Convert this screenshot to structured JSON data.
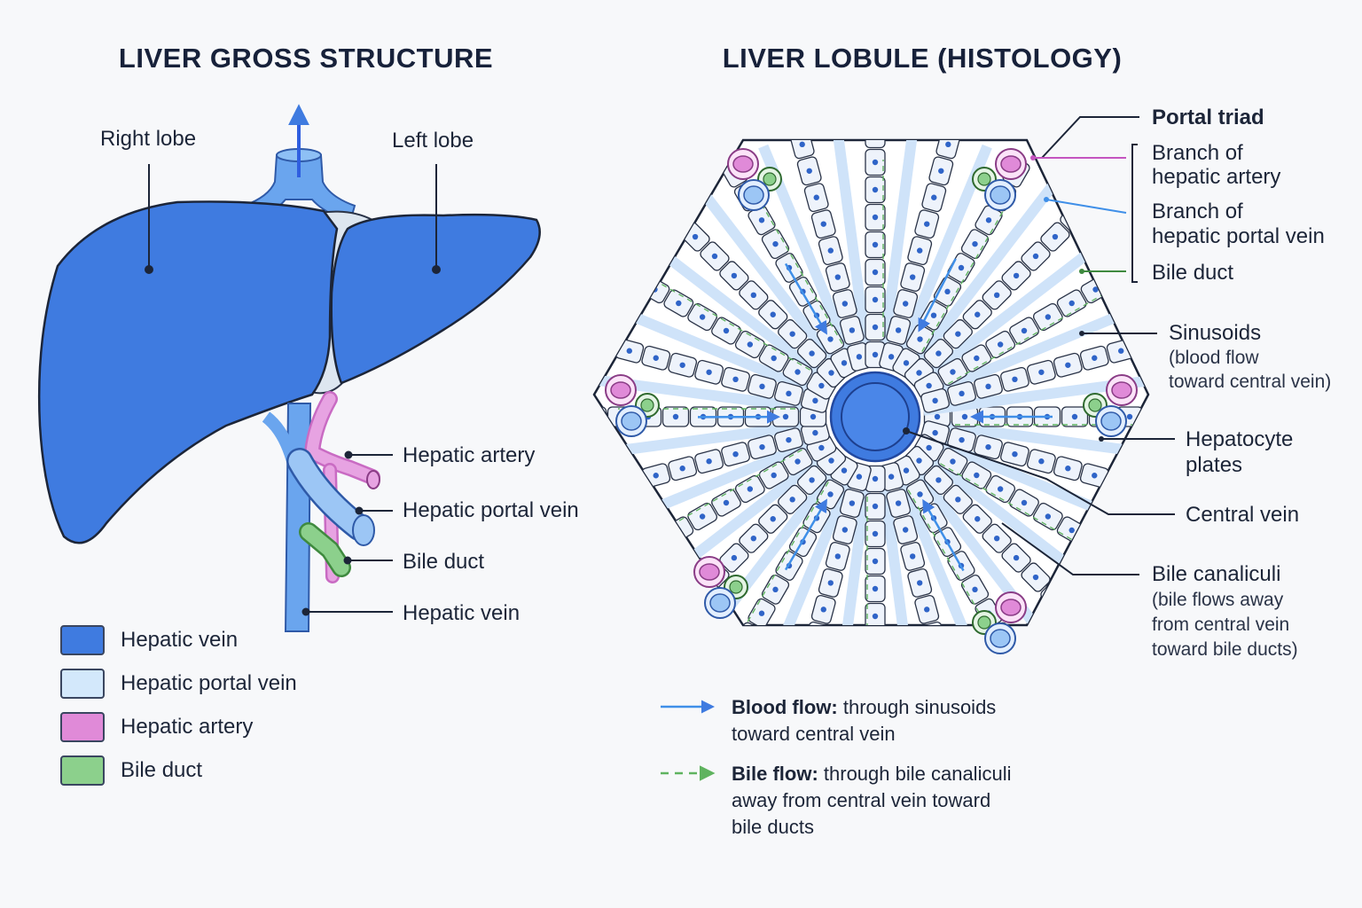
{
  "titles": {
    "left": "LIVER GROSS STRUCTURE",
    "right": "LIVER LOBULE (HISTOLOGY)"
  },
  "gross_labels": {
    "right_lobe": "Right lobe",
    "left_lobe": "Left lobe",
    "hepatic_artery": "Hepatic artery",
    "hepatic_portal_vein": "Hepatic portal vein",
    "bile_duct": "Bile duct",
    "hepatic_vein": "Hepatic vein"
  },
  "legend": [
    {
      "label": "Hepatic vein",
      "color": "#3f7be0"
    },
    {
      "label": "Hepatic portal vein",
      "color": "#d3e8fb"
    },
    {
      "label": "Hepatic artery",
      "color": "#e08ad8"
    },
    {
      "label": "Bile duct",
      "color": "#8cd08c"
    }
  ],
  "lobule_labels": {
    "portal_triad": "Portal triad",
    "branch_artery": [
      "Branch of",
      "hepatic artery"
    ],
    "branch_portal_vein": [
      "Branch of",
      "hepatic portal vein"
    ],
    "bile_duct": "Bile duct",
    "sinusoids": "Sinusoids",
    "sinusoids_note": [
      "(blood flow",
      "toward central vein)"
    ],
    "hepatocyte_plates": [
      "Hepatocyte",
      "plates"
    ],
    "central_vein": "Central vein",
    "bile_canaliculi": "Bile canaliculi",
    "bile_canaliculi_note": [
      "(bile flows away",
      "from central vein",
      "toward bile ducts)"
    ]
  },
  "flow_legend": {
    "blood_bold": "Blood flow:",
    "blood_rest": " through sinusoids",
    "blood_line2": "toward central vein",
    "bile_bold": "Bile flow:",
    "bile_rest": " through bile canaliculi",
    "bile_line2": "away from central vein toward",
    "bile_line3": "bile ducts"
  },
  "colors": {
    "vein": "#3f7be0",
    "portal": "#9cc6f5",
    "artery": "#e08ad8",
    "bile": "#8cd08c",
    "outline": "#1c2538"
  }
}
